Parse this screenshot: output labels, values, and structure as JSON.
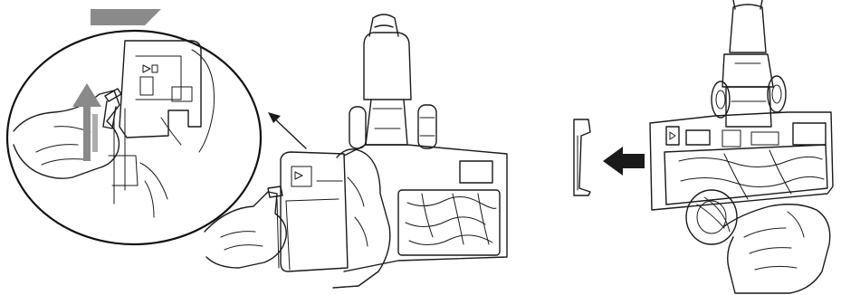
{
  "figure": {
    "left_panel": {
      "steps": [
        "magnified-detail",
        "brush-head-with-hand"
      ],
      "arrow_to_detail": "black-line-arrow",
      "detail_motion_arrow": "gray-up-arrow",
      "slide_arrow": "gray-wedge-arrow"
    },
    "right_panel": {
      "removed_part": "side-cover",
      "removal_direction": "left",
      "arrow_style": "black-block-arrow"
    },
    "colors": {
      "line": "#1a1a1a",
      "arrow_gray": "#8a8a8a",
      "arrow_black": "#111111",
      "background": "#ffffff"
    }
  }
}
